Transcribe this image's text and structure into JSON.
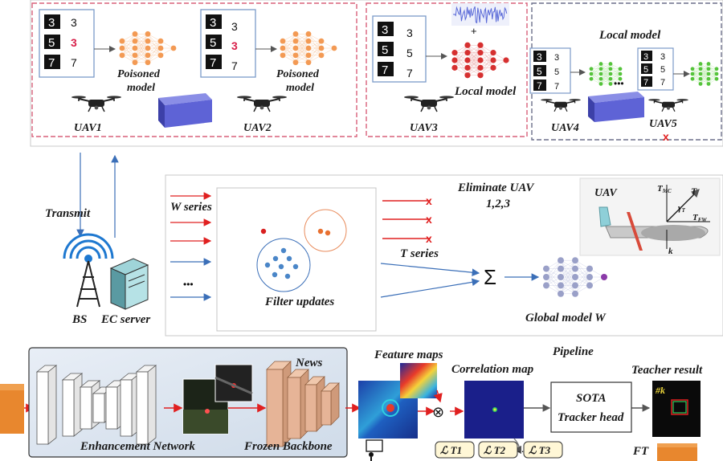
{
  "top": {
    "uav1": {
      "label": "UAV1",
      "digits": [
        "3",
        "3",
        "7"
      ],
      "model": [
        "Poisoned",
        "model"
      ]
    },
    "uav2": {
      "label": "UAV2",
      "digits": [
        "3",
        "3",
        "7"
      ],
      "model": [
        "Poisoned",
        "model"
      ]
    },
    "uav3": {
      "label": "UAV3",
      "digits": [
        "3",
        "5",
        "7"
      ],
      "model": "Local model"
    },
    "uav4": {
      "label": "UAV4",
      "digits": [
        "3",
        "5",
        "7"
      ]
    },
    "uav5": {
      "label": "UAV5",
      "digits": [
        "3",
        "5",
        "7"
      ]
    },
    "local_model_title": "Local model",
    "ellipsis": "•••",
    "plus": "+"
  },
  "middle": {
    "transmit": "Transmit",
    "bs": "BS",
    "ec_server": "EC server",
    "w_series": "W series",
    "t_series": "T series",
    "dots": "•••",
    "filter_updates": "Filter updates",
    "eliminate": [
      "Eliminate UAV",
      "1,2,3"
    ],
    "sigma": "Σ",
    "global_model": "Global model W",
    "uav_inset": {
      "title": "UAV",
      "t_mc": "T",
      "t_mc_sub": "MC",
      "t": "T",
      "gamma": "γ",
      "gamma_sub": "T",
      "t_fw": "T",
      "t_fw_sub": "FW",
      "k": "k"
    }
  },
  "bottom": {
    "news": "News",
    "enhancement": "Enhancement Network",
    "frozen": "Frozen Backbone",
    "feature_maps": "Feature maps",
    "pipeline": "Pipeline",
    "correlation_map": "Correlation map",
    "sota": [
      "SOTA",
      "Tracker head"
    ],
    "teacher_result": "Teacher result",
    "ft": "FT",
    "hash_k": "#k",
    "otimes": "⊗",
    "losses": [
      {
        "sym": "ℒ",
        "label": "T1"
      },
      {
        "sym": "ℒ",
        "label": "T2"
      },
      {
        "sym": "ℒ",
        "label": "T3"
      }
    ],
    "loss_dots": "···"
  },
  "colors": {
    "pink_dash": "#d9607a",
    "gray_dash": "#6b6f8a",
    "red_arrow": "#e02020",
    "blue_arrow": "#3b6fb8",
    "neuron_orange": "#f39a54",
    "neuron_red": "#d63030",
    "neuron_green": "#55c43b",
    "neuron_purple": "#9aa0c8",
    "cube_blue": "#5e63d6",
    "backbone": "#e6b497",
    "news_panel": "#dbe7f3"
  }
}
